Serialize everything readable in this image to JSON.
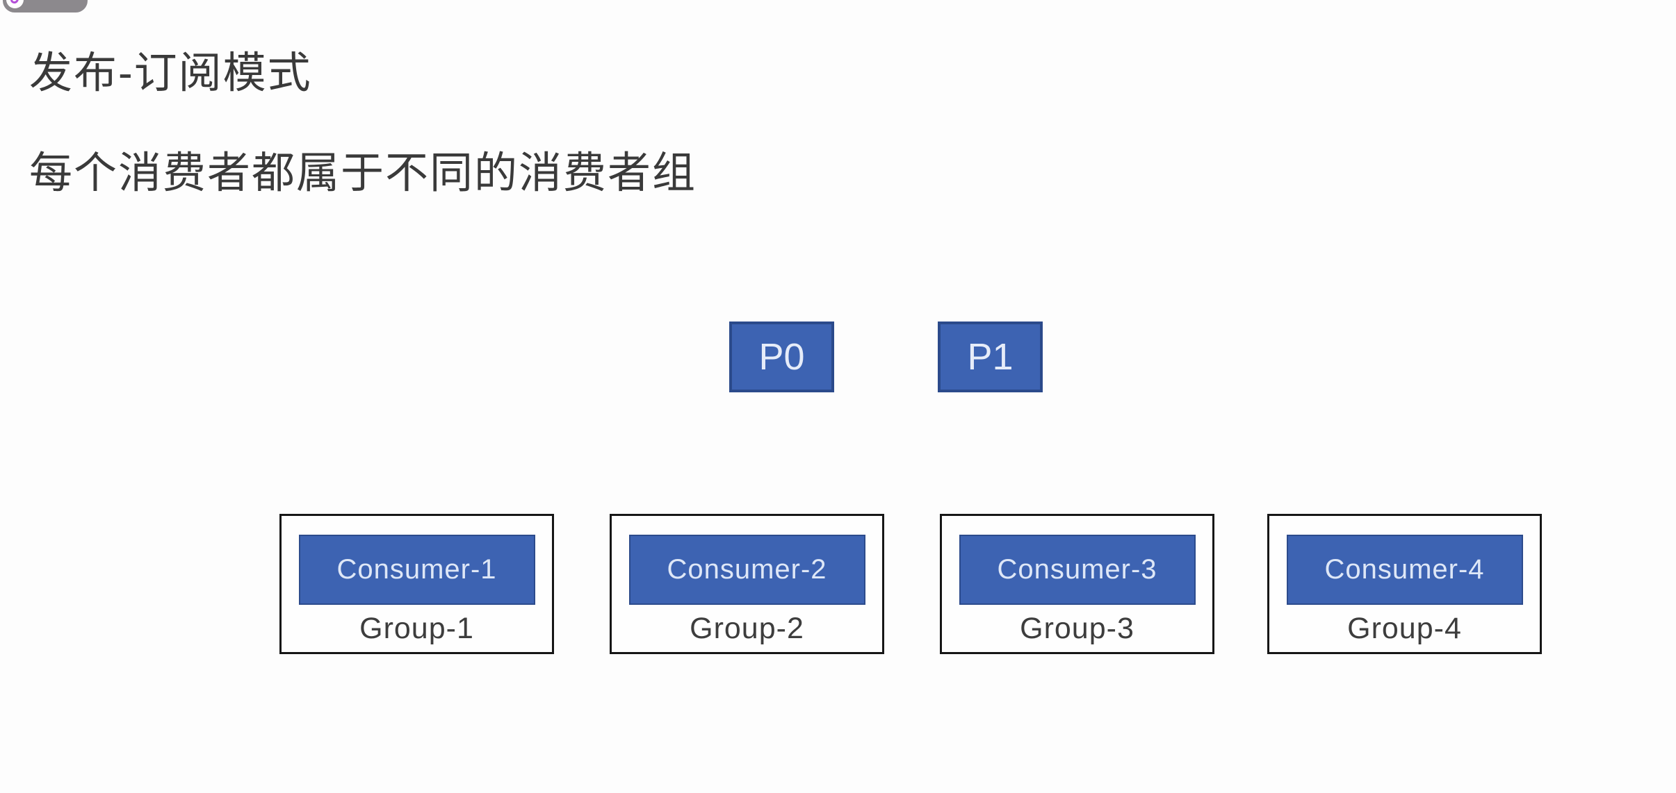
{
  "page": {
    "title": "发布-订阅模式",
    "subtitle": "每个消费者都属于不同的消费者组"
  },
  "watermark": {
    "icon": "logo-badge-icon"
  },
  "diagram": {
    "partitions": [
      {
        "label": "P0"
      },
      {
        "label": "P1"
      }
    ],
    "groups": [
      {
        "consumer": "Consumer-1",
        "group": "Group-1"
      },
      {
        "consumer": "Consumer-2",
        "group": "Group-2"
      },
      {
        "consumer": "Consumer-3",
        "group": "Group-3"
      },
      {
        "consumer": "Consumer-4",
        "group": "Group-4"
      }
    ],
    "colors": {
      "partition_fill": "#3d63b2",
      "partition_border": "#2b4a8b",
      "partition_text": "#e6ecf9",
      "group_border": "#161616",
      "label_text": "#3d3d3d",
      "heading_text": "#3a3a3a",
      "watermark_bg": "#8c898d"
    }
  }
}
